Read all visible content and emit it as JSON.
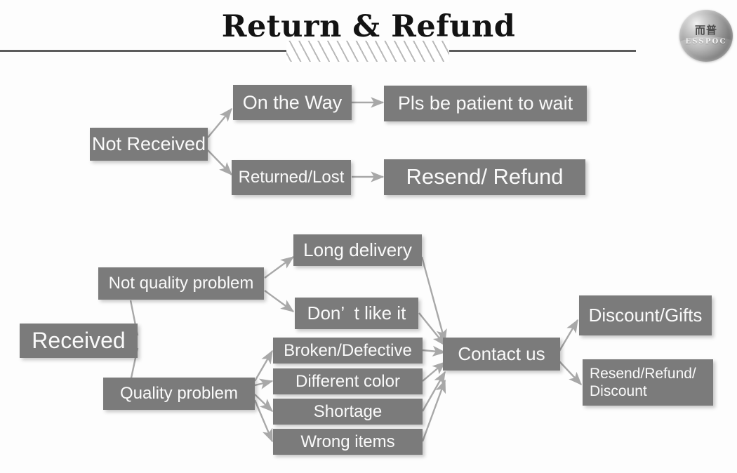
{
  "header": {
    "title": "Return & Refund",
    "logo": {
      "cn_name": "而普",
      "latin_name": "ESSPOC"
    }
  },
  "colors": {
    "node_fill": "#7b7b7b",
    "node_text": "#fafafa",
    "arrow": "#a6a6a6",
    "divider": "#3b3b3b",
    "background": "#fdfdfd"
  },
  "flowchart": {
    "type": "diagram",
    "branches": [
      {
        "root": "not-received",
        "root_label": "Not Received",
        "paths": [
          {
            "stage_label": "On the Way",
            "outcome_label": "Pls be patient to wait"
          },
          {
            "stage_label": "Returned/Lost",
            "outcome_label": "Resend/ Refund"
          }
        ]
      },
      {
        "root": "received",
        "root_label": "Received",
        "categories": [
          {
            "label": "Not quality problem",
            "reasons": [
              "Long delivery",
              "Don’  t like it"
            ]
          },
          {
            "label": "Quality problem",
            "reasons": [
              "Broken/Defective",
              "Different color",
              "Shortage",
              "Wrong items"
            ]
          }
        ],
        "hub_label": "Contact us",
        "outcomes": [
          "Discount/Gifts",
          "Resend/Refund/\nDiscount"
        ]
      }
    ],
    "nodes": {
      "not_received": "Not Received",
      "on_the_way": "On the Way",
      "pls_be_patient": "Pls be patient to wait",
      "returned_lost": "Returned/Lost",
      "resend_refund": "Resend/ Refund",
      "received": "Received",
      "not_quality_problem": "Not quality problem",
      "quality_problem": "Quality problem",
      "long_delivery": "Long delivery",
      "dont_like_it": "Don’  t like it",
      "broken_defective": "Broken/Defective",
      "different_color": "Different color",
      "shortage": "Shortage",
      "wrong_items": "Wrong items",
      "contact_us": "Contact us",
      "discount_gifts": "Discount/Gifts",
      "resend_refund_discount": "Resend/Refund/\nDiscount"
    }
  }
}
